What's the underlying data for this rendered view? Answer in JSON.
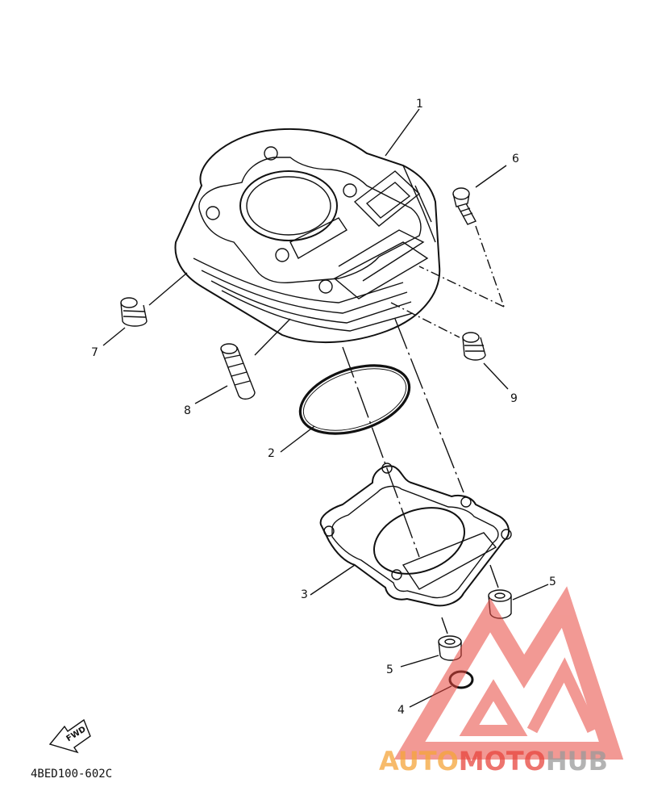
{
  "callouts": [
    {
      "id": "1",
      "label": "1"
    },
    {
      "id": "2",
      "label": "2"
    },
    {
      "id": "3",
      "label": "3"
    },
    {
      "id": "4",
      "label": "4"
    },
    {
      "id": "5a",
      "label": "5"
    },
    {
      "id": "5b",
      "label": "5"
    },
    {
      "id": "6",
      "label": "6"
    },
    {
      "id": "7",
      "label": "7"
    },
    {
      "id": "8",
      "label": "8"
    },
    {
      "id": "9",
      "label": "9"
    }
  ],
  "fwd_label": "FWD",
  "diagram_code": "4BED100-602C",
  "watermark": {
    "part1": "AUTO",
    "part2": "MOTO",
    "part3": "HUB",
    "color_orange": "#f5a53a",
    "color_red": "#e8463e",
    "color_gray": "#9a9a9a"
  }
}
